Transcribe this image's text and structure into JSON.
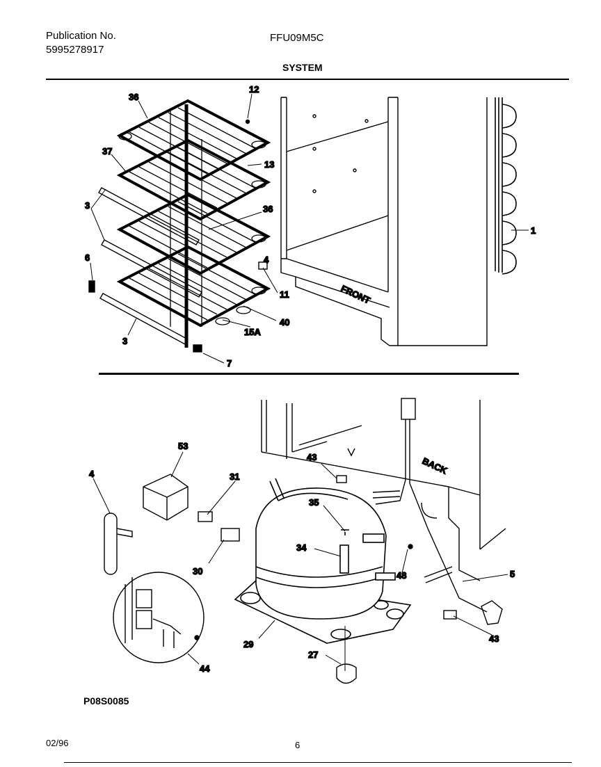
{
  "header": {
    "publication_label": "Publication No.",
    "publication_number": "5995278917",
    "model": "FFU09M5C",
    "section_title": "SYSTEM"
  },
  "upper_view": {
    "front_label": "FRONT",
    "callouts": [
      {
        "id": "c36a",
        "label": "36"
      },
      {
        "id": "c12",
        "label": "12"
      },
      {
        "id": "c37",
        "label": "37"
      },
      {
        "id": "c13",
        "label": "13"
      },
      {
        "id": "c3a",
        "label": "3"
      },
      {
        "id": "c36b",
        "label": "36"
      },
      {
        "id": "c1",
        "label": "1"
      },
      {
        "id": "c6",
        "label": "6"
      },
      {
        "id": "c4a",
        "label": "4"
      },
      {
        "id": "c11",
        "label": "11"
      },
      {
        "id": "c40",
        "label": "40"
      },
      {
        "id": "c15a",
        "label": "15A"
      },
      {
        "id": "c3b",
        "label": "3"
      },
      {
        "id": "c7",
        "label": "7"
      }
    ]
  },
  "lower_view": {
    "back_label": "BACK",
    "callouts": [
      {
        "id": "c53",
        "label": "53"
      },
      {
        "id": "c43a",
        "label": "43"
      },
      {
        "id": "c4b",
        "label": "4"
      },
      {
        "id": "c31",
        "label": "31"
      },
      {
        "id": "c35",
        "label": "35"
      },
      {
        "id": "c34",
        "label": "34"
      },
      {
        "id": "c30",
        "label": "30"
      },
      {
        "id": "c48",
        "label": "48"
      },
      {
        "id": "c5",
        "label": "5"
      },
      {
        "id": "c29",
        "label": "29"
      },
      {
        "id": "c43b",
        "label": "43"
      },
      {
        "id": "c27",
        "label": "27"
      },
      {
        "id": "c44",
        "label": "44"
      }
    ]
  },
  "footer": {
    "drawing_code": "P08S0085",
    "date": "02/96",
    "page_number": "6"
  }
}
